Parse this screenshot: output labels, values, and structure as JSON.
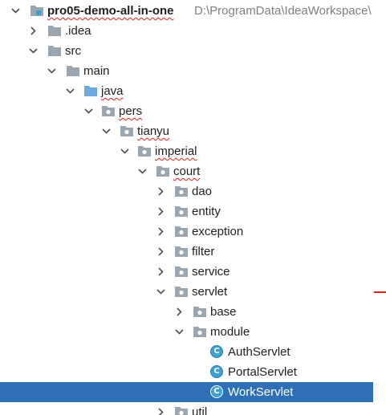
{
  "project": {
    "name": "pro05-demo-all-in-one",
    "path": "D:\\ProgramData\\IdeaWorkspace\\"
  },
  "tree": {
    "idea": ".idea",
    "src": "src",
    "main": "main",
    "java": "java",
    "pers": "pers",
    "tianyu": "tianyu",
    "imperial": "imperial",
    "court": "court",
    "dao": "dao",
    "entity": "entity",
    "exception": "exception",
    "filter": "filter",
    "service": "service",
    "servlet": "servlet",
    "base": "base",
    "module": "module",
    "auth_servlet": "AuthServlet",
    "portal_servlet": "PortalServlet",
    "work_servlet": "WorkServlet",
    "util": "util"
  },
  "icons": {
    "class_letter": "C",
    "module": "module-icon",
    "folder": "folder-icon",
    "source_root": "source-root-folder-icon",
    "package": "package-icon",
    "class": "java-class-icon"
  },
  "colors": {
    "selection": "#2f6fb6",
    "folder": "#9aa7b0",
    "source_root": "#6fa8dc",
    "class": "#3ea0d3",
    "error_underline": "#e0201b"
  }
}
